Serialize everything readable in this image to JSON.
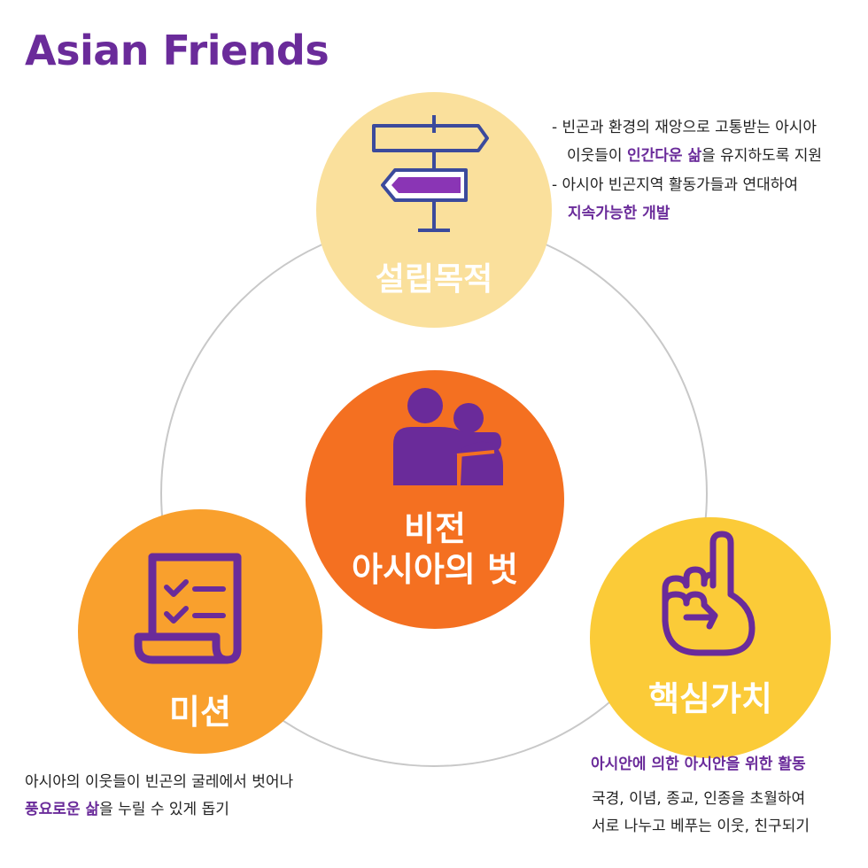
{
  "title": "Asian Friends",
  "top": {
    "label": "설립목적",
    "icon": "signpost-icon",
    "bullets": [
      {
        "prefix": "- ",
        "line1": "빈곤과 환경의 재앙으로 고통받는 아시아",
        "line2_pre": "이웃들이 ",
        "line2_hl": "인간다운 삶",
        "line2_post": "을 유지하도록 지원"
      },
      {
        "prefix": "- ",
        "line1": "아시아 빈곤지역 활동가들과 연대하여",
        "line2_hl": "지속가능한 개발"
      }
    ]
  },
  "center": {
    "label_line1": "비전",
    "label_line2": "아시아의 벗",
    "icon": "friends-icon"
  },
  "left": {
    "label": "미션",
    "icon": "checklist-icon",
    "text_line1": "아시아의 이웃들이 빈곤의 굴레에서 벗어나",
    "text_line2_hl": "풍요로운 삶",
    "text_line2_post": "을 누릴 수 있게 돕기"
  },
  "right": {
    "label": "핵심가치",
    "icon": "pointing-hand-icon",
    "heading": "아시안에 의한 아시안을 위한 활동",
    "text_line1": "국경,  이념,  종교,  인종을  초월하여",
    "text_line2": "서로 나누고 베푸는 이웃, 친구되기"
  },
  "colors": {
    "purple": "#6a2b9a",
    "top_circle": "#fae09c",
    "center_circle": "#f47021",
    "left_circle": "#f9a02d",
    "right_circle": "#fbcb38",
    "ring": "#c8c8c8"
  }
}
